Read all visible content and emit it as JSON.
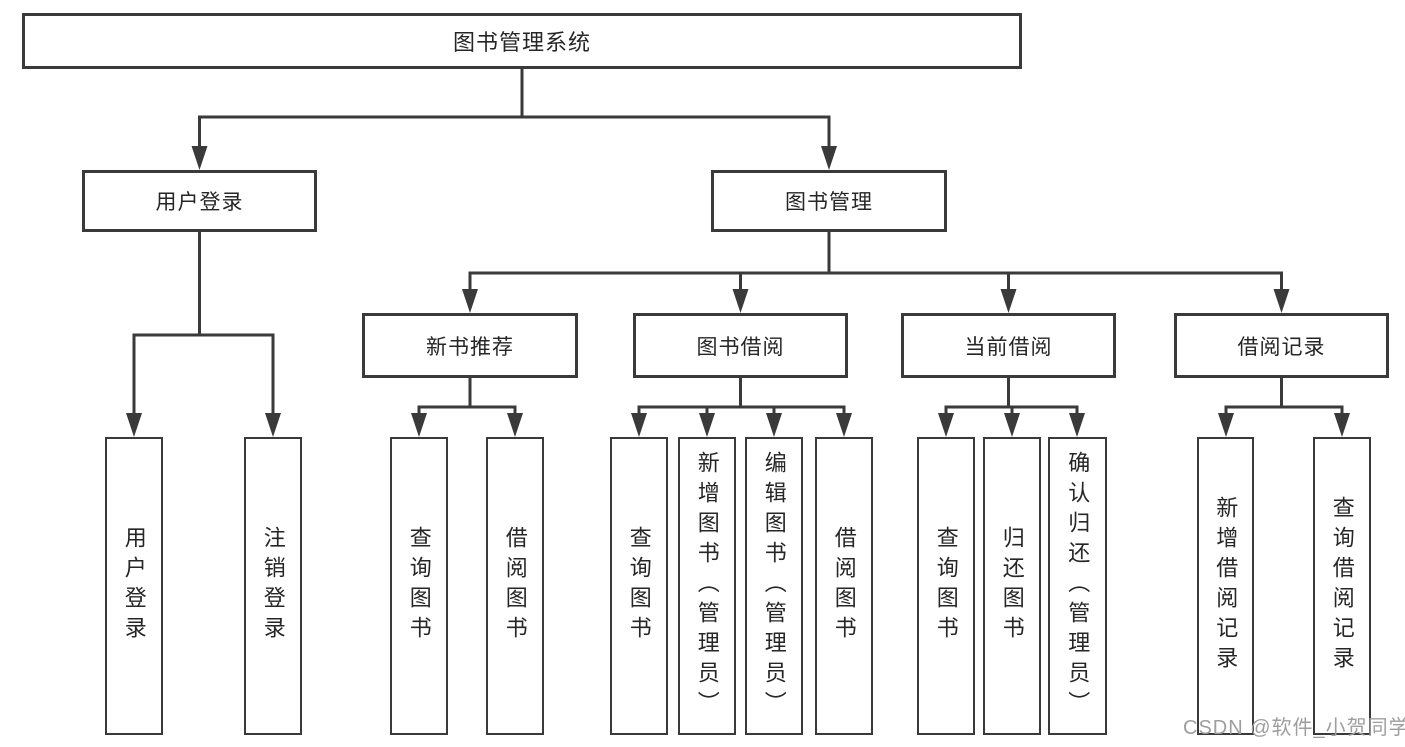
{
  "diagram": {
    "root": {
      "label": "图书管理系统",
      "children": [
        {
          "label": "用户登录",
          "children": [
            {
              "label": "用户登录"
            },
            {
              "label": "注销登录"
            }
          ]
        },
        {
          "label": "图书管理",
          "children": [
            {
              "label": "新书推荐",
              "children": [
                {
                  "label": "查询图书"
                },
                {
                  "label": "借阅图书"
                }
              ]
            },
            {
              "label": "图书借阅",
              "children": [
                {
                  "label": "查询图书"
                },
                {
                  "label": "新增图书（管理员）"
                },
                {
                  "label": "编辑图书（管理员）"
                },
                {
                  "label": "借阅图书"
                }
              ]
            },
            {
              "label": "当前借阅",
              "children": [
                {
                  "label": "查询图书"
                },
                {
                  "label": "归还图书"
                },
                {
                  "label": "确认归还（管理员）"
                }
              ]
            },
            {
              "label": "借阅记录",
              "children": [
                {
                  "label": "新增借阅记录"
                },
                {
                  "label": "查询借阅记录"
                }
              ]
            }
          ]
        }
      ]
    }
  },
  "watermark": {
    "text": "CSDN @软件_小贺同学"
  },
  "colors": {
    "line": "#3a3a3a",
    "text": "#262626",
    "watermark": "#9e9e9e",
    "background": "#ffffff"
  }
}
